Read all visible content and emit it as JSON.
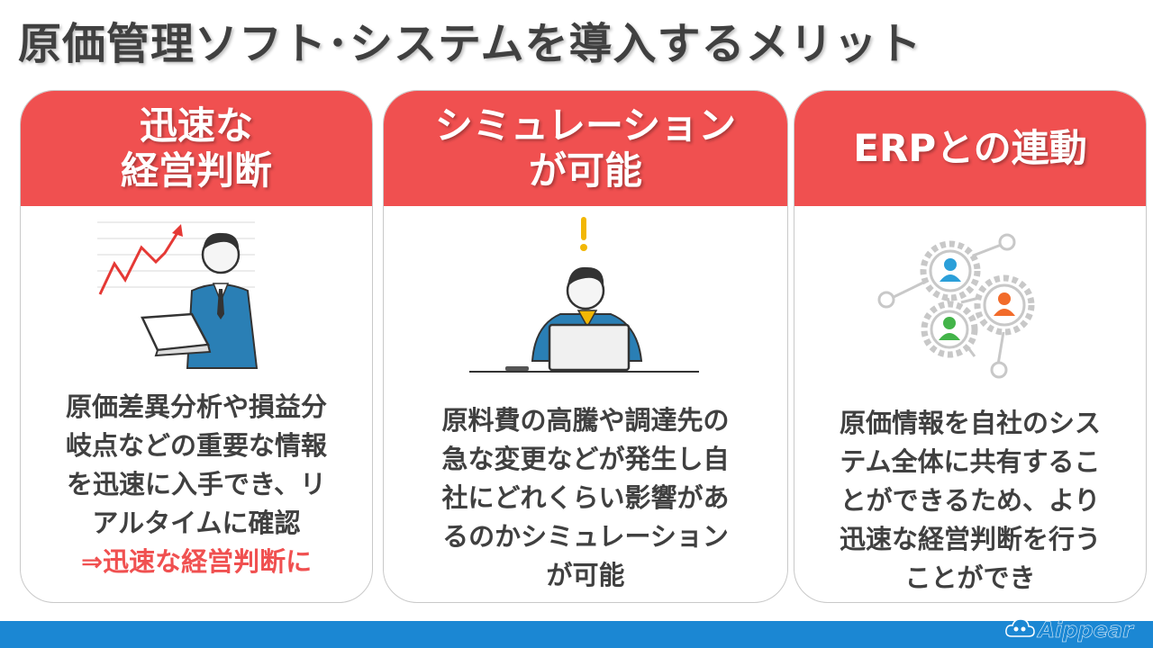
{
  "title": "原価管理ソフト･システムを導入するメリット",
  "cards": [
    {
      "header_lines": [
        "迅速な",
        "経営判断"
      ],
      "body_lines": [
        "原価差異分析や損益分",
        "岐点などの重要な情報",
        "を迅速に入手でき、リ",
        "アルタイムに確認"
      ],
      "highlight": "⇒迅速な経営判断に",
      "icon": "businessman-laptop-growth-chart"
    },
    {
      "header_lines": [
        "シミュレーション",
        "が可能"
      ],
      "body_lines": [
        "原料費の高騰や調達先の",
        "急な変更などが発生し自",
        "社にどれくらい影響があ",
        "るのかシミュレーション",
        "が可能"
      ],
      "icon": "thinking-businessman-laptop"
    },
    {
      "header_lines": [
        "ERPとの連動"
      ],
      "body_lines": [
        "原価情報を自社のシス",
        "テム全体に共有するこ",
        "とができるため、より",
        "迅速な経営判断を行う",
        "ことができ"
      ],
      "icon": "connected-gears-network"
    }
  ],
  "logo": {
    "text": "Aippear",
    "icon": "cloud-logo-icon"
  },
  "colors": {
    "accent": "#f05050",
    "text": "#404040",
    "brand": "#1b87d3"
  }
}
